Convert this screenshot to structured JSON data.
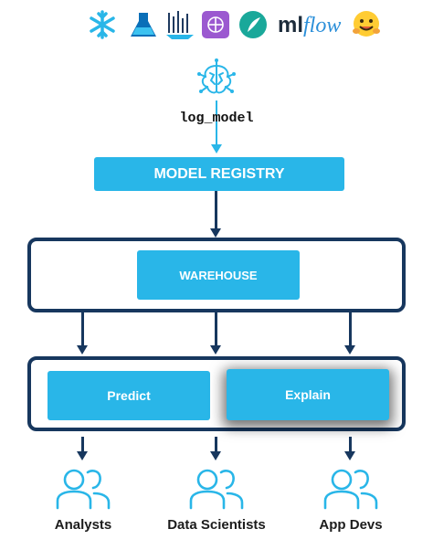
{
  "logos": [
    {
      "icon": "snowflake-icon"
    },
    {
      "icon": "azure-ml-flask-icon"
    },
    {
      "icon": "databricks-lakehouse-icon"
    },
    {
      "icon": "sagemaker-brain-icon"
    },
    {
      "icon": "feather-icon"
    },
    {
      "icon": "mlflow-logo",
      "text": "mlflow"
    },
    {
      "icon": "huggingface-icon"
    }
  ],
  "brain_icon": "ai-brain-icon",
  "log_model_label": "log_model",
  "model_registry_label": "MODEL REGISTRY",
  "warehouse_label": "WAREHOUSE",
  "predict_label": "Predict",
  "explain_label": "Explain",
  "consumers": [
    {
      "label": "Analysts",
      "icon": "users-icon"
    },
    {
      "label": "Data Scientists",
      "icon": "users-icon"
    },
    {
      "label": "App Devs",
      "icon": "users-icon"
    }
  ],
  "colors": {
    "accent": "#29b6e8",
    "navy": "#17375e",
    "teal": "#1aa89a"
  }
}
